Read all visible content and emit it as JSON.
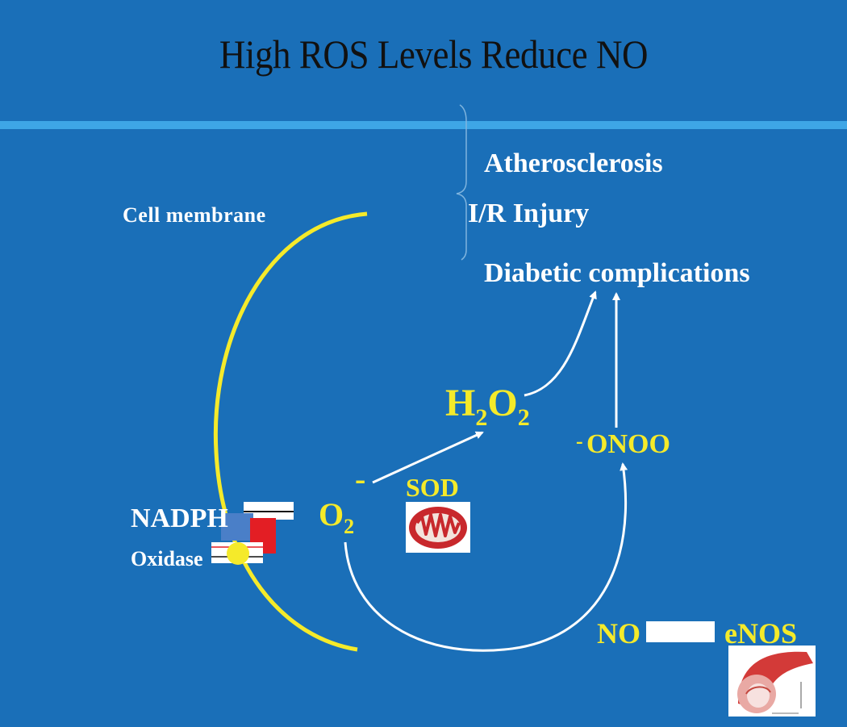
{
  "slide": {
    "title": "High ROS Levels Reduce NO"
  },
  "labels": {
    "cell_membrane": "Cell membrane",
    "outcome_1": "Atherosclerosis",
    "outcome_2": "I/R Injury",
    "outcome_3": "Diabetic complications",
    "h2o2_h": "H",
    "h2o2_sub1": "2",
    "h2o2_o": "O",
    "h2o2_sub2": "2",
    "onoo": "ONOO",
    "onoo_charge": "-",
    "o2": "O",
    "o2_sub": "2",
    "o2_charge": "-",
    "sod": "SOD",
    "nadph": "NADPH",
    "oxidase": "Oxidase",
    "no": "NO",
    "enos": "eNOS"
  },
  "colors": {
    "background": "#1a6fb8",
    "title_bar": "#3ea6e6",
    "species_text": "#f5ea2a",
    "membrane": "#f5ea2a",
    "label_text": "#ffffff"
  }
}
